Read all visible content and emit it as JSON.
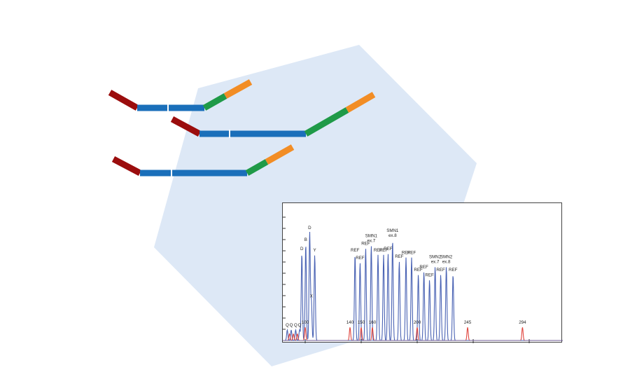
{
  "colors": {
    "hexagon": "#dde8f6",
    "probe_left": "#9b0d0d",
    "probe_middle": "#1a6fba",
    "probe_green": "#1f9a48",
    "probe_tip": "#f28d25",
    "trace_blue": "#4a63b4",
    "trace_red": "#e0463f",
    "axis": "#333333"
  },
  "chart_data": {
    "type": "line",
    "title": "",
    "xlabel": "",
    "ylabel": "",
    "xlim": [
      80,
      330
    ],
    "ylim": [
      0,
      100
    ],
    "x_ticks": [
      100,
      150,
      200,
      250,
      300
    ],
    "series": [
      {
        "color": "#4a63b4",
        "peaks": [
          {
            "x": 84,
            "y": 8,
            "label": "Q"
          },
          {
            "x": 87.5,
            "y": 8,
            "label": "Q"
          },
          {
            "x": 91.5,
            "y": 8,
            "label": "Q"
          },
          {
            "x": 95,
            "y": 8,
            "label": "Q"
          },
          {
            "x": 97,
            "y": 66,
            "label": "D"
          },
          {
            "x": 100.5,
            "y": 73,
            "label": "B"
          },
          {
            "x": 104,
            "y": 82,
            "label": "D"
          },
          {
            "x": 105.5,
            "y": 30,
            "label": "X"
          },
          {
            "x": 108.5,
            "y": 65,
            "label": "Y"
          },
          {
            "x": 144.5,
            "y": 65,
            "label": "REF"
          },
          {
            "x": 149,
            "y": 59,
            "label": "REF"
          },
          {
            "x": 154,
            "y": 70,
            "label": "REF"
          },
          {
            "x": 159,
            "y": 72,
            "label": "SMN1 ex.7"
          },
          {
            "x": 165,
            "y": 65,
            "label": "REF"
          },
          {
            "x": 170,
            "y": 65,
            "label": "REF"
          },
          {
            "x": 174,
            "y": 66,
            "label": "REF"
          },
          {
            "x": 178,
            "y": 76,
            "label": "SMN1 ex.8"
          },
          {
            "x": 184,
            "y": 60,
            "label": "REF"
          },
          {
            "x": 190,
            "y": 63,
            "label": "REF"
          },
          {
            "x": 195,
            "y": 63,
            "label": "REF"
          },
          {
            "x": 201,
            "y": 50,
            "label": "REF"
          },
          {
            "x": 206,
            "y": 52,
            "label": "REF"
          },
          {
            "x": 211,
            "y": 46,
            "label": "REF"
          },
          {
            "x": 216,
            "y": 56,
            "label": "SMN2 ex.7"
          },
          {
            "x": 221,
            "y": 50,
            "label": "REF"
          },
          {
            "x": 226,
            "y": 56,
            "label": "SMN2 ex.8"
          },
          {
            "x": 232,
            "y": 50,
            "label": "REF"
          }
        ]
      },
      {
        "color": "#e0463f",
        "peaks": [
          {
            "x": 86,
            "y": 5,
            "label": ""
          },
          {
            "x": 89.5,
            "y": 5,
            "label": ""
          },
          {
            "x": 93,
            "y": 5,
            "label": ""
          },
          {
            "x": 100,
            "y": 10,
            "label": "100"
          },
          {
            "x": 140,
            "y": 10,
            "label": "140"
          },
          {
            "x": 150,
            "y": 10,
            "label": "150"
          },
          {
            "x": 160,
            "y": 10,
            "label": "160"
          },
          {
            "x": 200,
            "y": 10,
            "label": "200"
          },
          {
            "x": 245,
            "y": 10,
            "label": "245"
          },
          {
            "x": 294,
            "y": 10,
            "label": "294"
          }
        ]
      }
    ]
  }
}
